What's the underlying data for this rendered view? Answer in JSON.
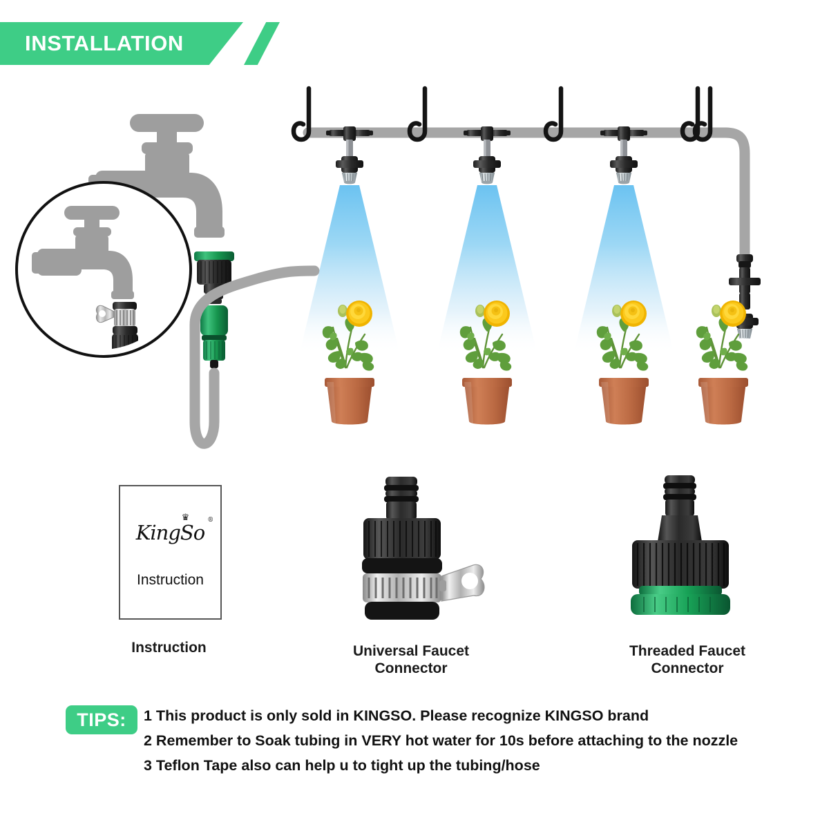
{
  "header": {
    "title": "INSTALLATION",
    "accent_color": "#3ecd86"
  },
  "diagram": {
    "faucet_icon": "faucet-icon",
    "detail_callout": {
      "faucet_icon": "faucet-icon",
      "connector": "universal-faucet-connector"
    },
    "connector_stack": "green-black-faucet-connector",
    "hose_color": "#a6a6a6",
    "hook_count": 5,
    "nozzle_count": 3,
    "end_connector": "end-plug-nozzle",
    "plant_count": 4,
    "spray_count": 3,
    "spray_color": "#74c4ef",
    "plant": "yellow-ranunculus-in-terracotta-pot"
  },
  "parts": [
    {
      "id": "instruction",
      "label_line1": "Instruction",
      "label_line2": "",
      "booklet": {
        "brand": "KingSo",
        "registered_mark": "®",
        "crown": "♛",
        "subtitle": "Instruction"
      }
    },
    {
      "id": "universal-faucet-connector",
      "label_line1": "Universal Faucet",
      "label_line2": "Connector"
    },
    {
      "id": "threaded-faucet-connector",
      "label_line1": "Threaded Faucet",
      "label_line2": "Connector"
    }
  ],
  "tips": {
    "badge": "TIPS:",
    "badge_color": "#3ecd86",
    "lines": [
      "1 This product is only sold in KINGSO. Please recognize KINGSO brand",
      "2 Remember to Soak tubing in VERY hot water for 10s before attaching to the nozzle",
      "3 Teflon Tape also can help u to tight up the tubing/hose"
    ]
  }
}
